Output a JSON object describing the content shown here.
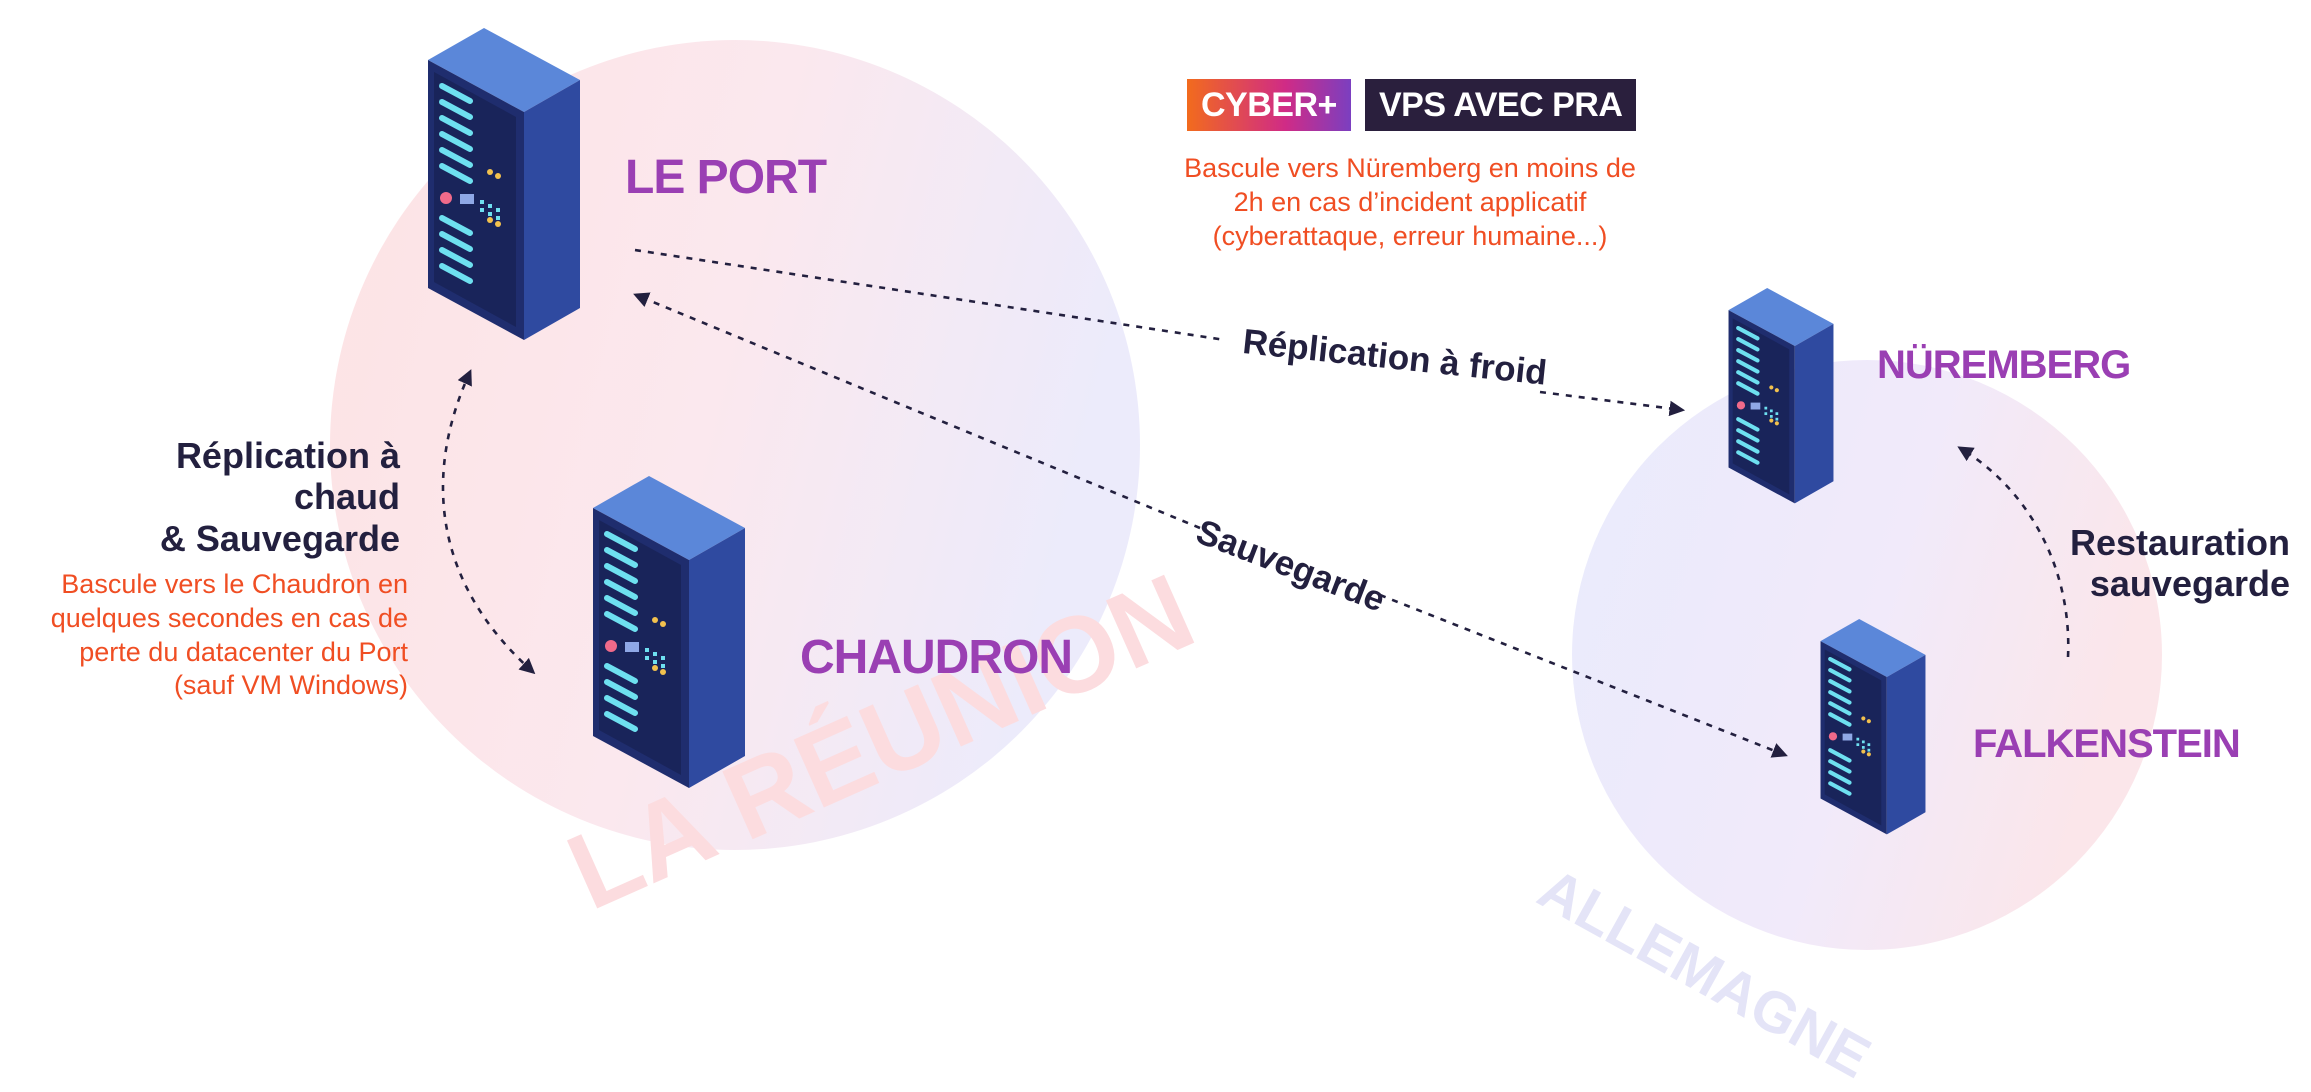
{
  "badges": {
    "cyber": "CYBER+",
    "vps": "VPS AVEC PRA",
    "cyber_colors": [
      "#f26b1d",
      "#d02b86",
      "#7b3fc0"
    ],
    "vps_color": "#2a1f3d"
  },
  "sites": {
    "le_port": "LE PORT",
    "chaudron": "CHAUDRON",
    "nuremberg": "NÜREMBERG",
    "falkenstein": "FALKENSTEIN"
  },
  "regions": {
    "reunion": "LA RÉUNION",
    "allemagne": "ALLEMAGNE"
  },
  "flows": {
    "hot_replication": [
      "Réplication à chaud",
      "& Sauvegarde"
    ],
    "cold_replication": "Réplication à froid",
    "backup": "Sauvegarde",
    "restore": [
      "Restauration",
      "sauvegarde"
    ]
  },
  "notes": {
    "nuremberg_failover": [
      "Bascule vers Nüremberg en moins de",
      "2h en cas d’incident applicatif",
      "(cyberattaque, erreur humaine...)"
    ],
    "chaudron_failover": [
      "Bascule vers le Chaudron en",
      "quelques secondes en cas de",
      "perte du datacenter du Port",
      "(sauf VM Windows)"
    ]
  },
  "colors": {
    "site": "#9a3fb3",
    "flow": "#23203f",
    "note": "#f04e23",
    "server_top": "#5b87d9",
    "server_front": "#1f2d6e",
    "server_side": "#2f4aa0",
    "server_lights": "#6ee0f0"
  },
  "icons": [
    "server-icon",
    "arrow-icon"
  ]
}
